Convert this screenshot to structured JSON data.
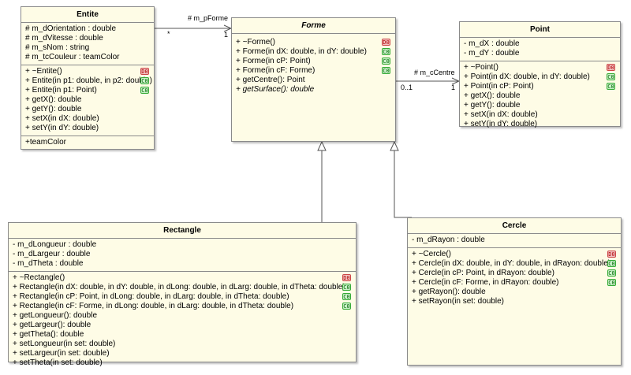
{
  "classes": {
    "entite": {
      "name": "Entite",
      "attributes": [
        "# m_dOrientation : double",
        "# m_dVitesse : double",
        "# m_sNom : string",
        "# m_tcCouleur : teamColor"
      ],
      "operations": [
        {
          "text": "+ ~Entite()",
          "badge": "D0"
        },
        {
          "text": "+ Entite(in p1: double, in p2: double)",
          "badge": "C0"
        },
        {
          "text": "+ Entite(in p1: Point)",
          "badge": "C0"
        },
        {
          "text": "+ getX(): double",
          "badge": ""
        },
        {
          "text": "+ getY(): double",
          "badge": ""
        },
        {
          "text": "+ setX(in dX: double)",
          "badge": ""
        },
        {
          "text": "+ setY(in dY: double)",
          "badge": ""
        }
      ],
      "extra": [
        "+teamColor"
      ]
    },
    "forme": {
      "name": "Forme",
      "operations": [
        {
          "text": "+ ~Forme()",
          "badge": "D0"
        },
        {
          "text": "+ Forme(in dX: double, in dY: double)",
          "badge": "C0"
        },
        {
          "text": "+ Forme(in cP: Point)",
          "badge": "C0"
        },
        {
          "text": "+ Forme(in cF: Forme)",
          "badge": "C0"
        },
        {
          "text": "+ getCentre(): Point",
          "badge": ""
        },
        {
          "text": "+ getSurface(): double",
          "badge": "",
          "italic": true
        }
      ]
    },
    "point": {
      "name": "Point",
      "attributes": [
        "- m_dX : double",
        "- m_dY : double"
      ],
      "operations": [
        {
          "text": "+ ~Point()",
          "badge": "D0"
        },
        {
          "text": "+ Point(in dX: double, in dY: double)",
          "badge": "C0"
        },
        {
          "text": "+ Point(in cP: Point)",
          "badge": "C0"
        },
        {
          "text": "+ getX(): double",
          "badge": ""
        },
        {
          "text": "+ getY(): double",
          "badge": ""
        },
        {
          "text": "+ setX(in dX: double)",
          "badge": ""
        },
        {
          "text": "+ setY(in dY: double)",
          "badge": ""
        }
      ]
    },
    "rectangle": {
      "name": "Rectangle",
      "attributes": [
        "- m_dLongueur : double",
        "- m_dLargeur : double",
        "- m_dTheta : double"
      ],
      "operations": [
        {
          "text": "+ ~Rectangle()",
          "badge": "D0"
        },
        {
          "text": "+ Rectangle(in dX: double, in dY: double, in dLong: double, in dLarg: double, in dTheta: double)",
          "badge": "C0"
        },
        {
          "text": "+ Rectangle(in cP: Point, in dLong: double, in dLarg: double, in dTheta: double)",
          "badge": "C0"
        },
        {
          "text": "+ Rectangle(in cF: Forme, in dLong: double, in dLarg: double, in dTheta: double)",
          "badge": "C0"
        },
        {
          "text": "+ getLongueur(): double",
          "badge": ""
        },
        {
          "text": "+ getLargeur(): double",
          "badge": ""
        },
        {
          "text": "+ getTheta(): double",
          "badge": ""
        },
        {
          "text": "+ setLongueur(in set: double)",
          "badge": ""
        },
        {
          "text": "+ setLargeur(in set: double)",
          "badge": ""
        },
        {
          "text": "+ setTheta(in set: double)",
          "badge": ""
        }
      ]
    },
    "cercle": {
      "name": "Cercle",
      "attributes": [
        "- m_dRayon : double"
      ],
      "operations": [
        {
          "text": "+ ~Cercle()",
          "badge": "D0"
        },
        {
          "text": "+ Cercle(in dX: double, in dY: double, in dRayon: double)",
          "badge": "C0"
        },
        {
          "text": "+ Cercle(in cP: Point, in dRayon: double)",
          "badge": "C0"
        },
        {
          "text": "+ Cercle(in cF: Forme, in dRayon: double)",
          "badge": "C0"
        },
        {
          "text": "+ getRayon(): double",
          "badge": ""
        },
        {
          "text": "+ setRayon(in set: double)",
          "badge": ""
        }
      ]
    }
  },
  "associations": {
    "entite_forme": {
      "role": "# m_pForme",
      "source_mult": "*",
      "target_mult": "1"
    },
    "forme_point": {
      "role": "# m_cCentre",
      "source_mult": "0..1",
      "target_mult": "1"
    }
  },
  "colors": {
    "class_fill": "#fefce6",
    "border": "#8a8a8a",
    "line": "#555555"
  }
}
